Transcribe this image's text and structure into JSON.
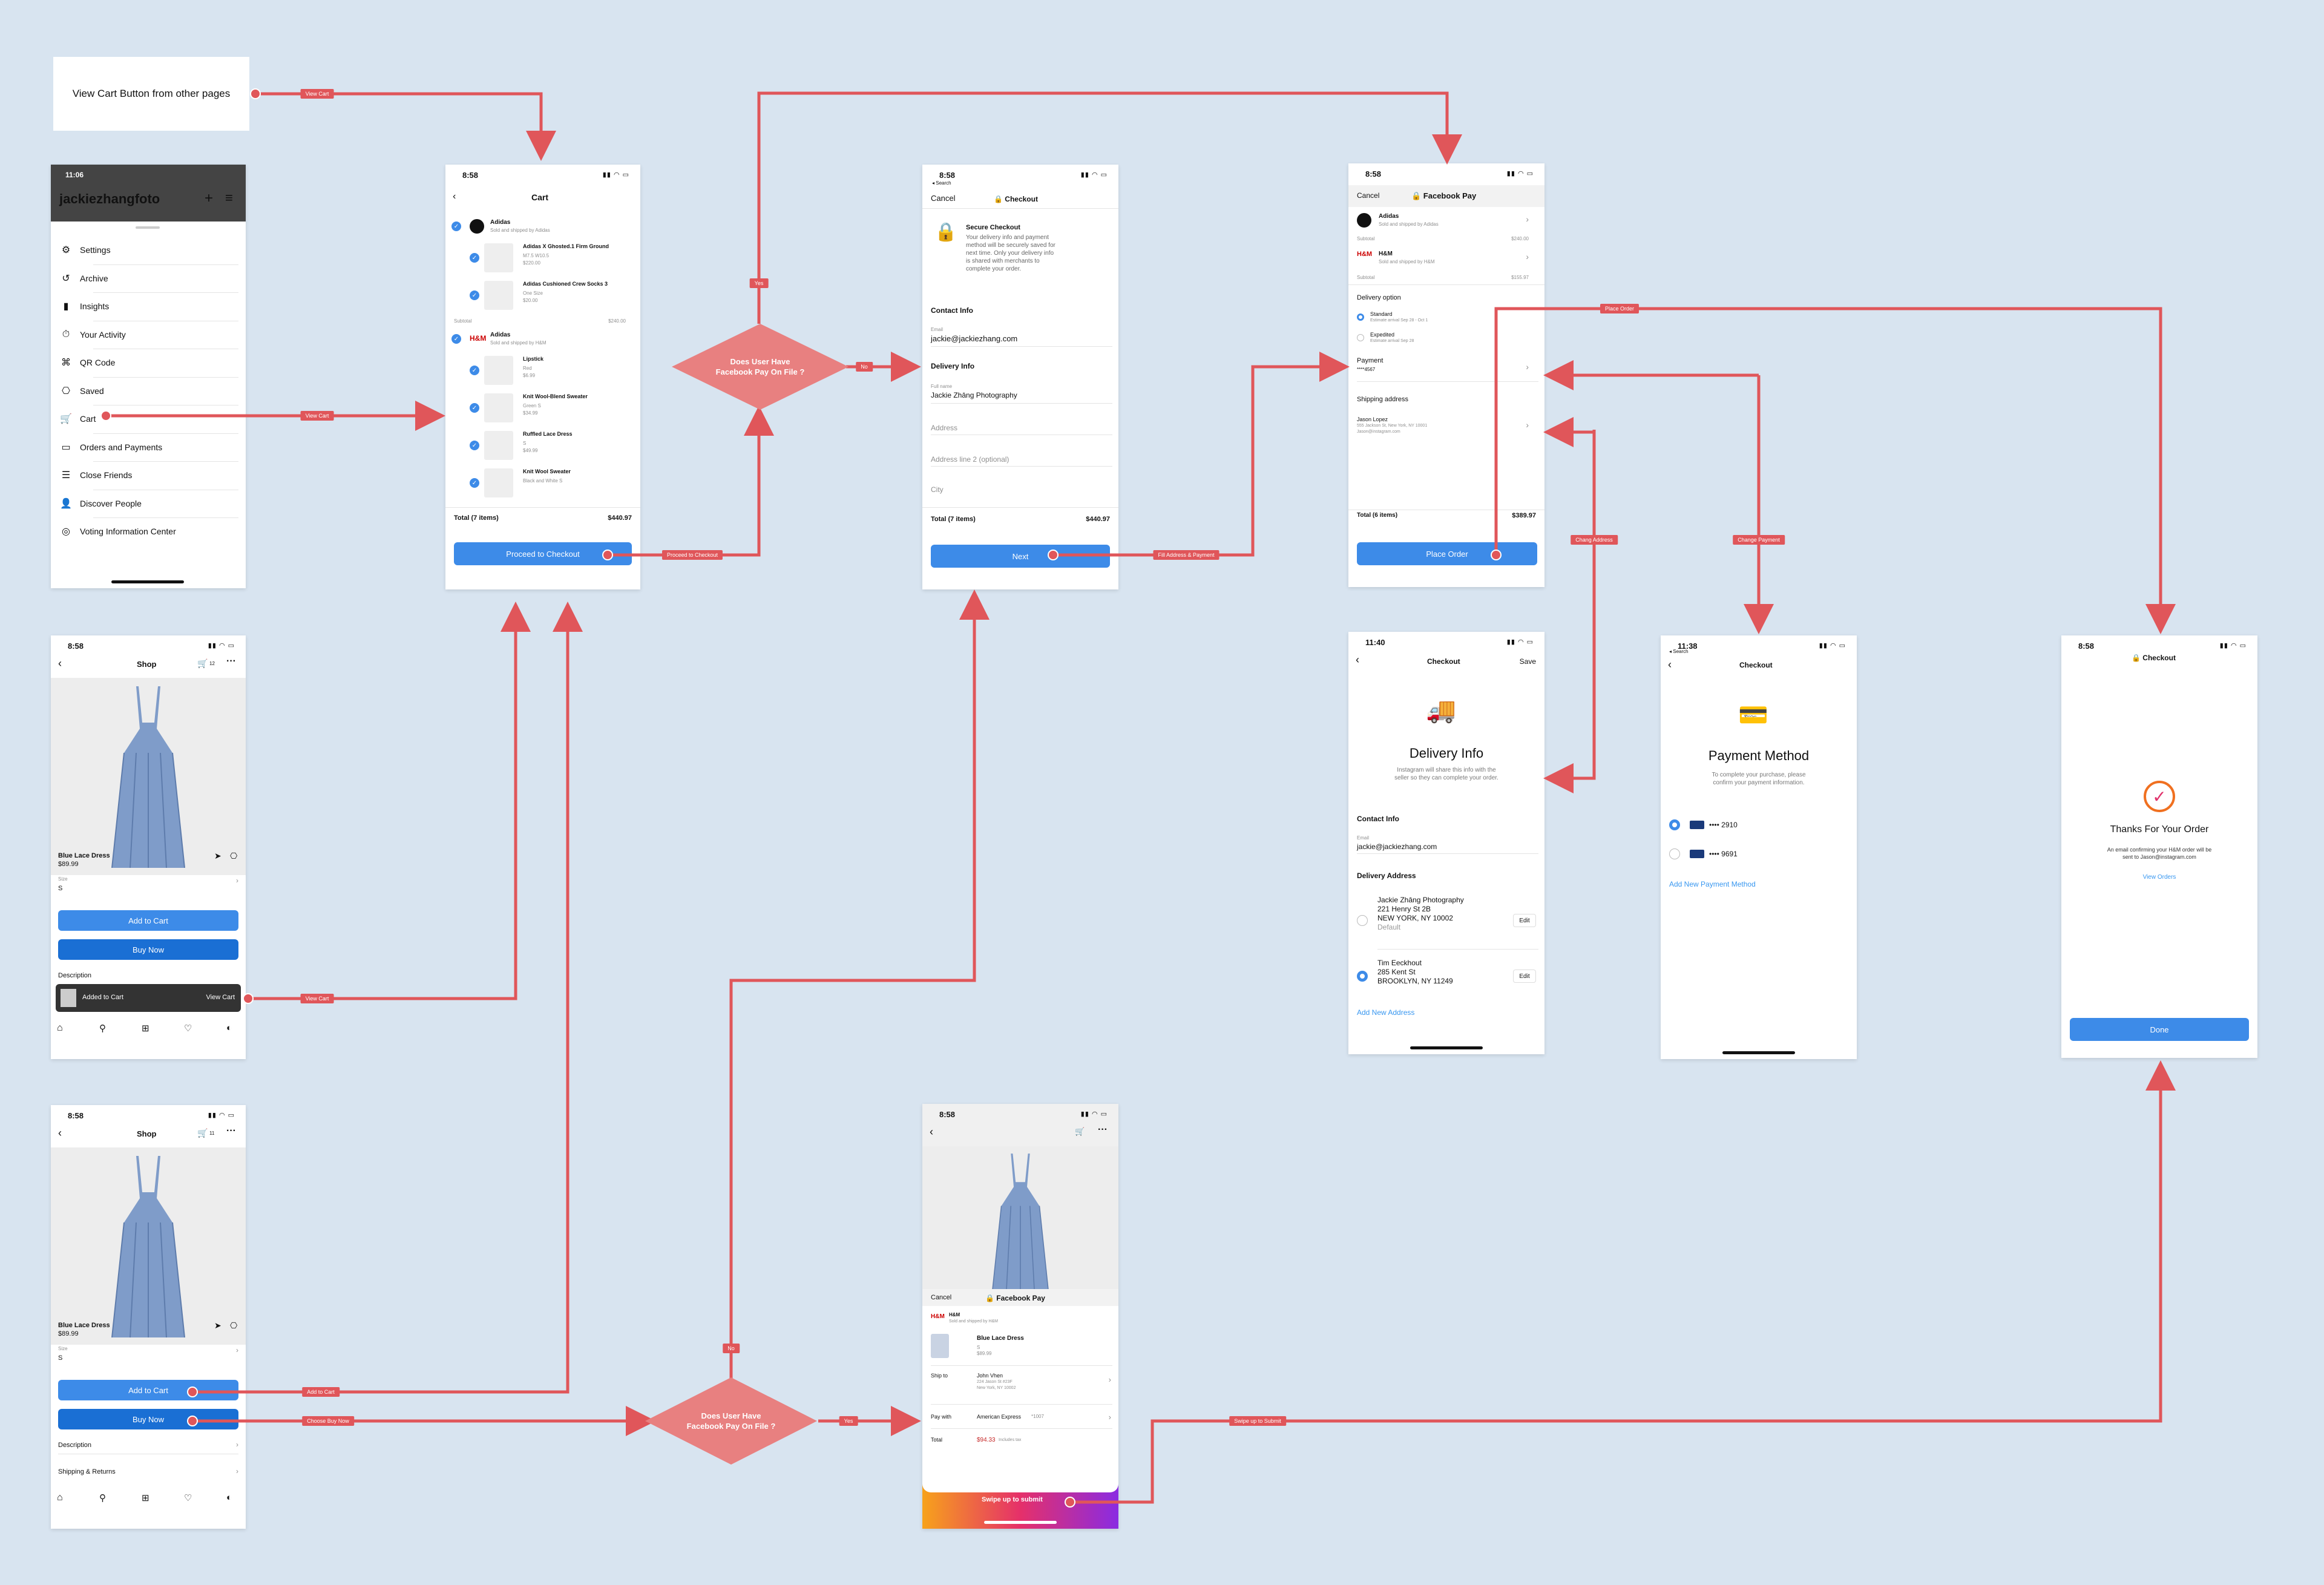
{
  "note_box": {
    "text": "View Cart Button from other pages"
  },
  "profile": {
    "time": "11:06",
    "username": "jackiezhangfoto",
    "menu": [
      "Settings",
      "Archive",
      "Insights",
      "Your Activity",
      "QR Code",
      "Saved",
      "Cart",
      "Orders and Payments",
      "Close Friends",
      "Discover People",
      "Voting Information Center"
    ],
    "menu_icons": [
      "⚙",
      "↺",
      "▮",
      "⏱",
      "⌘",
      "⎔",
      "🛒",
      "▭",
      "☰",
      "👤",
      "◎"
    ]
  },
  "cart": {
    "time": "8:58",
    "title": "Cart",
    "adidas_name": "Adidas",
    "adidas_sub": "Sold and shipped by Adidas",
    "items_a": [
      {
        "name": "Adidas X Ghosted.1 Firm Ground",
        "l1": "M7.5 W10.5",
        "l2": "$220.00"
      },
      {
        "name": "Adidas Cushioned Crew Socks 3",
        "l1": "One Size",
        "l2": "$20.00"
      }
    ],
    "subtotal_label": "Subtotal",
    "subtotal_a": "$240.00",
    "hm_name": "Adidas",
    "hm_sub": "Sold and shipped by H&M",
    "items_h": [
      {
        "name": "Lipstick",
        "l1": "Red",
        "l2": "$6.99"
      },
      {
        "name": "Knit Wool-Blend Sweater",
        "l1": "Green S",
        "l2": "$34.99"
      },
      {
        "name": "Ruffled Lace Dress",
        "l1": "S",
        "l2": "$49.99"
      },
      {
        "name": "Knit Wool Sweater",
        "l1": "Black and White S",
        "l2": ""
      }
    ],
    "total_label": "Total (7 items)",
    "total": "$440.97",
    "button": "Proceed to Checkout"
  },
  "checkout": {
    "time": "8:58",
    "search": "◂ Search",
    "cancel": "Cancel",
    "title": "🔒 Checkout",
    "secure_title": "Secure Checkout",
    "secure_text": [
      "Your delivery info and payment",
      "method will be securely saved for",
      "next time. Only your delivery info",
      "is shared with merchants to",
      "complete your order."
    ],
    "contact": "Contact Info",
    "email_label": "Email",
    "email": "jackie@jackiezhang.com",
    "delivery": "Delivery Info",
    "fullname_label": "Full name",
    "fullname": "Jackie Zhāng Photography",
    "address": "Address",
    "address2": "Address line 2 (optional)",
    "city": "City",
    "total_label": "Total (7 items)",
    "total": "$440.97",
    "button": "Next"
  },
  "fbpay": {
    "time": "8:58",
    "cancel": "Cancel",
    "title": "🔒 Facebook Pay",
    "adidas": "Adidas",
    "adidas_sub": "Sold and shipped by Adidas",
    "subtotal": "Subtotal",
    "sub1": "$240.00",
    "hm": "H&M",
    "hm_sub": "Sold and shipped by H&M",
    "sub2": "$155.97",
    "delivery": "Delivery option",
    "std": "Standard",
    "std_sub": "Estimate arrival Sep 28 - Oct 1",
    "exp": "Expedited",
    "exp_sub": "Estimate arrival Sep 28",
    "payment": "Payment",
    "payment_val": "****4567",
    "shipping": "Shipping address",
    "ship_name": "Jason Lopez",
    "ship_addr": "555 Jackson St, New York, NY 10001",
    "ship_email": "Jason@instagram.com",
    "total_label": "Total (6 items)",
    "total": "$389.97",
    "button": "Place Order"
  },
  "shop1": {
    "time": "8:58",
    "title": "Shop",
    "cart_count": "12",
    "name": "Blue Lace Dress",
    "price": "$89.99",
    "size_label": "Size",
    "size": "S",
    "add": "Add to Cart",
    "buy": "Buy Now",
    "desc": "Description",
    "toast": "Added to Cart",
    "toast_action": "View Cart"
  },
  "shop2": {
    "time": "8:58",
    "title": "Shop",
    "cart_count": "11",
    "name": "Blue Lace Dress",
    "price": "$89.99",
    "size_label": "Size",
    "size": "S",
    "add": "Add to Cart",
    "buy": "Buy Now",
    "desc": "Description",
    "ship": "Shipping & Returns"
  },
  "delivery_info": {
    "time": "11:40",
    "title": "Checkout",
    "save": "Save",
    "heading": "Delivery Info",
    "sub": [
      "Instagram will share this info with the",
      "seller so they can complete your order."
    ],
    "contact": "Contact Info",
    "email_label": "Email",
    "email": "jackie@jackiezhang.com",
    "addr_title": "Delivery Address",
    "a1": [
      "Jackie Zhāng Photography",
      "221 Henry St 2B",
      "NEW YORK, NY 10002",
      "Default"
    ],
    "a2": [
      "Tim Eeckhout",
      "285 Kent St",
      "BROOKLYN, NY 11249"
    ],
    "edit": "Edit",
    "add": "Add New Address"
  },
  "payment_method": {
    "time": "11:38",
    "search": "◂ Search",
    "title": "Checkout",
    "heading": "Payment Method",
    "sub": [
      "To complete your purchase, please",
      "confirm your payment information."
    ],
    "card1": "•••• 2910",
    "card2": "•••• 9691",
    "add": "Add New Payment Method"
  },
  "thanks": {
    "time": "8:58",
    "title": "🔒 Checkout",
    "heading": "Thanks For Your Order",
    "sub": [
      "An email confirming your H&M order will be",
      "sent to Jason@instagram.com"
    ],
    "view": "View Orders",
    "button": "Done"
  },
  "fbpay_sheet": {
    "time": "8:58",
    "cancel": "Cancel",
    "title": "🔒 Facebook Pay",
    "seller": "H&M",
    "seller_sub": "Sold and shipped by H&M",
    "item": "Blue Lace Dress",
    "size": "S",
    "price": "$89.99",
    "ship_label": "Ship to",
    "ship_name": "John Vhen",
    "ship_l1": "224 Jason St #23F",
    "ship_l2": "New York, NY 10002",
    "pay_label": "Pay with",
    "pay_val": "American Express",
    "pay_num": "*1007",
    "total_label": "Total",
    "total": "$94.33",
    "total_sub": "Includes tax",
    "swipe": "Swipe up to submit"
  },
  "connector_labels": {
    "view_cart_top": "View Cart",
    "view_cart_menu": "View Cart",
    "view_cart_toast": "View Cart",
    "proceed": "Proceed to Checkout",
    "yes_top": "Yes",
    "no_top": "No",
    "fill": "Fill Address & Payment",
    "place_order": "Place Order",
    "chang_address": "Chang Address",
    "change_payment": "Change Payment",
    "add_to_cart": "Add to Cart",
    "choose_buy": "Choose Buy Now",
    "no_bottom": "No",
    "yes_bottom": "Yes",
    "swipe": "Swipe up to Submit"
  },
  "decisions": {
    "top": [
      "Does User Have",
      "Facebook Pay On  File ?"
    ],
    "bottom": [
      "Does User Have",
      "Facebook Pay On  File ?"
    ]
  },
  "colors": {
    "connector": "#e0565a",
    "diamond": "#e88080",
    "blue": "#3d8be8",
    "background": "#d8e4f0"
  }
}
